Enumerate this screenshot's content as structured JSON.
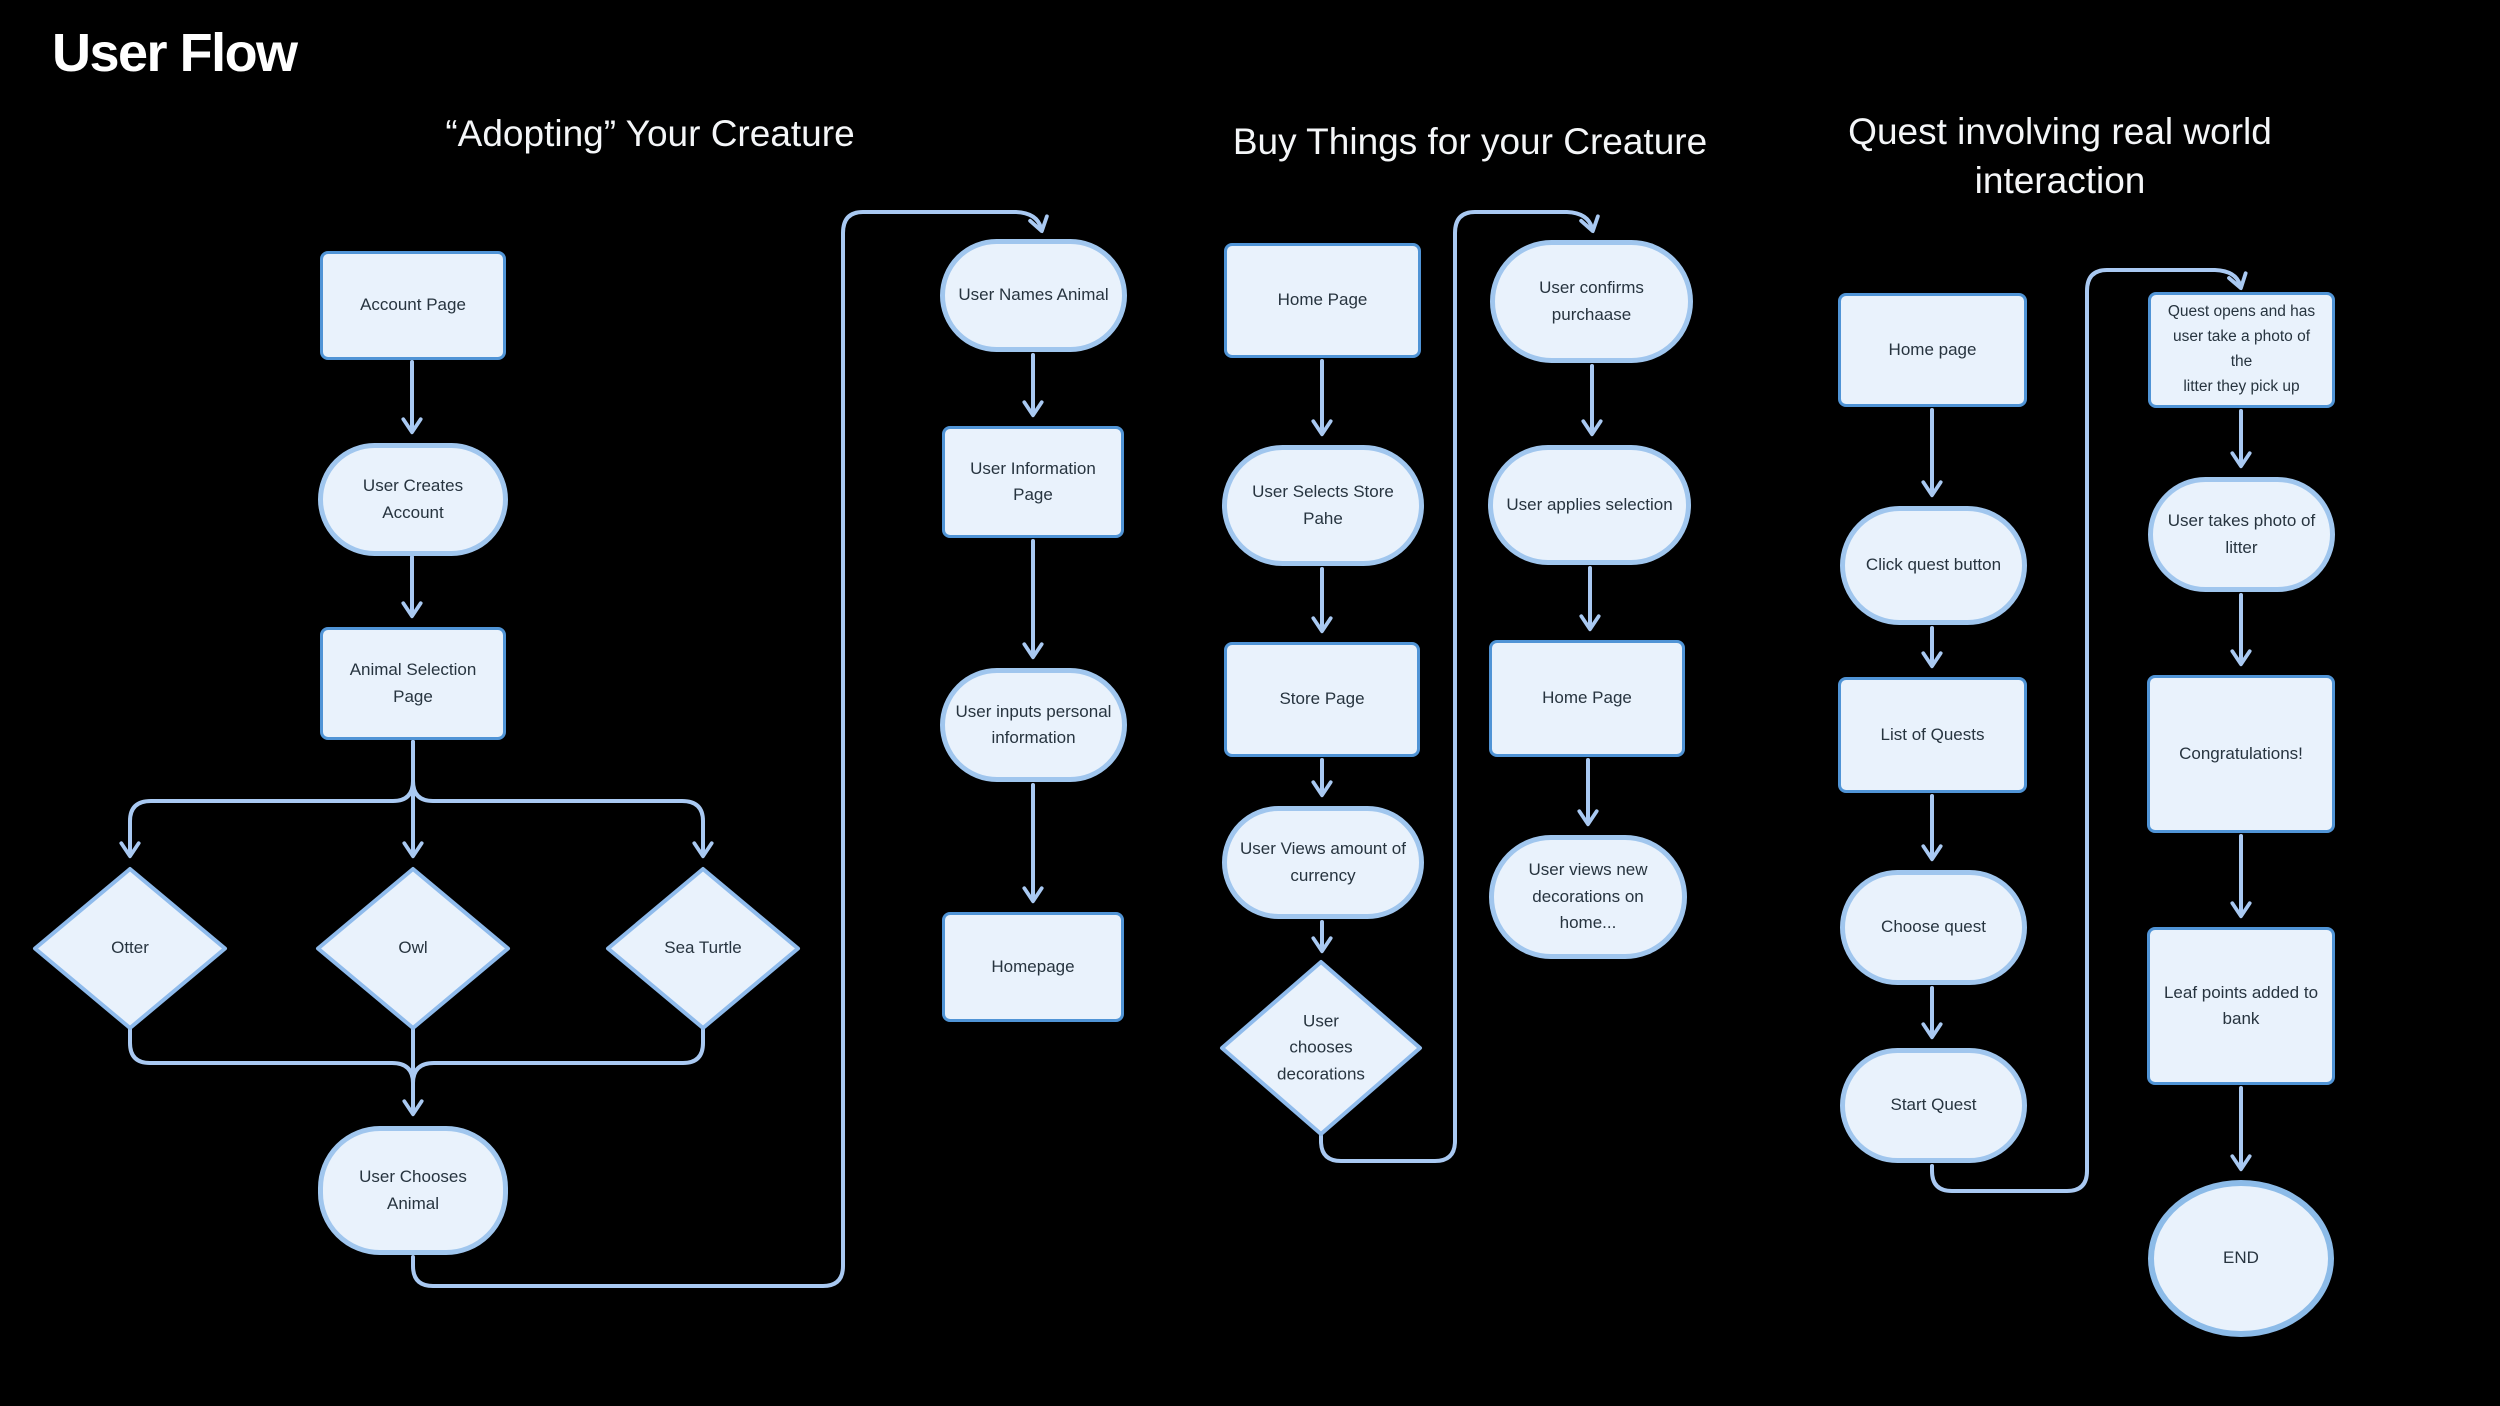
{
  "title": "User Flow",
  "colors": {
    "background": "#000000",
    "node_fill": "#e9f2fc",
    "rect_border": "#5094d6",
    "stadium_border": "#a0c6ee",
    "diamond_border": "#8fbbec",
    "ellipse_border": "#8cbbe8",
    "connector": "#a9c9f2",
    "node_text": "#27343f",
    "title_text": "#ffffff"
  },
  "sections": [
    {
      "title": "“Adopting” Your Creature"
    },
    {
      "title": "Buy Things for your Creature"
    },
    {
      "title": "Quest involving real world\ninteraction"
    }
  ],
  "nodes": {
    "account_page": "Account Page",
    "user_creates_account": "User Creates Account",
    "animal_selection_page": "Animal Selection Page",
    "otter": "Otter",
    "owl": "Owl",
    "sea_turtle": "Sea Turtle",
    "user_chooses_animal": "User Chooses Animal",
    "user_names_animal": "User Names Animal",
    "user_information_page": "User Information Page",
    "user_inputs_personal_information": "User inputs personal\ninformation",
    "homepage": "Homepage",
    "home_page_store": "Home Page",
    "user_selects_store_pahe": "User Selects Store\nPahe",
    "store_page": "Store Page",
    "user_views_amount_of_currency": "User Views amount of\ncurrency",
    "user_chooses_decorations": "User\nchooses\ndecorations",
    "user_confirms_purchaase": "User confirms\npurchaase",
    "user_applies_selection": "User applies selection",
    "home_page_2": "Home Page",
    "user_views_new_decorations": "User views new\ndecorations on home...",
    "home_page_quest": "Home page",
    "click_quest_button": "Click quest button",
    "list_of_quests": "List of Quests",
    "choose_quest": "Choose quest",
    "start_quest": "Start Quest",
    "quest_opens": "Quest opens and has\nuser take a photo of the\nlitter they pick up",
    "user_takes_photo_of_litter": "User takes photo of\nlitter",
    "congratulations": "Congratulations!",
    "leaf_points_added_to_bank": "Leaf points added to\nbank",
    "end": "END"
  },
  "edges": [
    {
      "from": "account_page",
      "to": "user_creates_account"
    },
    {
      "from": "user_creates_account",
      "to": "animal_selection_page"
    },
    {
      "from": "animal_selection_page",
      "to": "otter"
    },
    {
      "from": "animal_selection_page",
      "to": "owl"
    },
    {
      "from": "animal_selection_page",
      "to": "sea_turtle"
    },
    {
      "from": "otter",
      "to": "user_chooses_animal"
    },
    {
      "from": "owl",
      "to": "user_chooses_animal"
    },
    {
      "from": "sea_turtle",
      "to": "user_chooses_animal"
    },
    {
      "from": "user_chooses_animal",
      "to": "user_names_animal"
    },
    {
      "from": "user_names_animal",
      "to": "user_information_page"
    },
    {
      "from": "user_information_page",
      "to": "user_inputs_personal_information"
    },
    {
      "from": "user_inputs_personal_information",
      "to": "homepage"
    },
    {
      "from": "home_page_store",
      "to": "user_selects_store_pahe"
    },
    {
      "from": "user_selects_store_pahe",
      "to": "store_page"
    },
    {
      "from": "store_page",
      "to": "user_views_amount_of_currency"
    },
    {
      "from": "user_views_amount_of_currency",
      "to": "user_chooses_decorations"
    },
    {
      "from": "user_chooses_decorations",
      "to": "user_confirms_purchaase"
    },
    {
      "from": "user_confirms_purchaase",
      "to": "user_applies_selection"
    },
    {
      "from": "user_applies_selection",
      "to": "home_page_2"
    },
    {
      "from": "home_page_2",
      "to": "user_views_new_decorations"
    },
    {
      "from": "home_page_quest",
      "to": "click_quest_button"
    },
    {
      "from": "click_quest_button",
      "to": "list_of_quests"
    },
    {
      "from": "list_of_quests",
      "to": "choose_quest"
    },
    {
      "from": "choose_quest",
      "to": "start_quest"
    },
    {
      "from": "start_quest",
      "to": "quest_opens"
    },
    {
      "from": "quest_opens",
      "to": "user_takes_photo_of_litter"
    },
    {
      "from": "user_takes_photo_of_litter",
      "to": "congratulations"
    },
    {
      "from": "congratulations",
      "to": "leaf_points_added_to_bank"
    },
    {
      "from": "leaf_points_added_to_bank",
      "to": "end"
    }
  ]
}
